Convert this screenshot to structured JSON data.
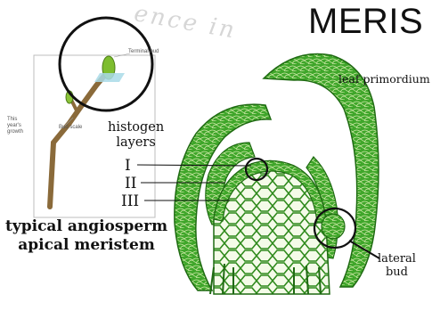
{
  "title": "MERIS",
  "labels": {
    "leaf_primordium": "leaf primordium",
    "histogen_line1": "histogen",
    "histogen_line2": "layers",
    "layer_1": "I",
    "layer_2": "II",
    "layer_3": "III",
    "caption_line1": "typical angiosperm",
    "caption_line2": "apical meristem",
    "lateral_line1": "lateral",
    "lateral_line2": "bud",
    "twig_terminal_bud": "Terminal bud",
    "twig_bud_scale": "Bud scale",
    "twig_years_growth": "This year's growth",
    "watermark": "ence in"
  },
  "colors": {
    "tissue_green": "#3fa62a",
    "tissue_dark": "#1f6a12",
    "cell_line": "#cfe9a8",
    "ink": "#111111",
    "twig_brown": "#8a6a3a"
  }
}
